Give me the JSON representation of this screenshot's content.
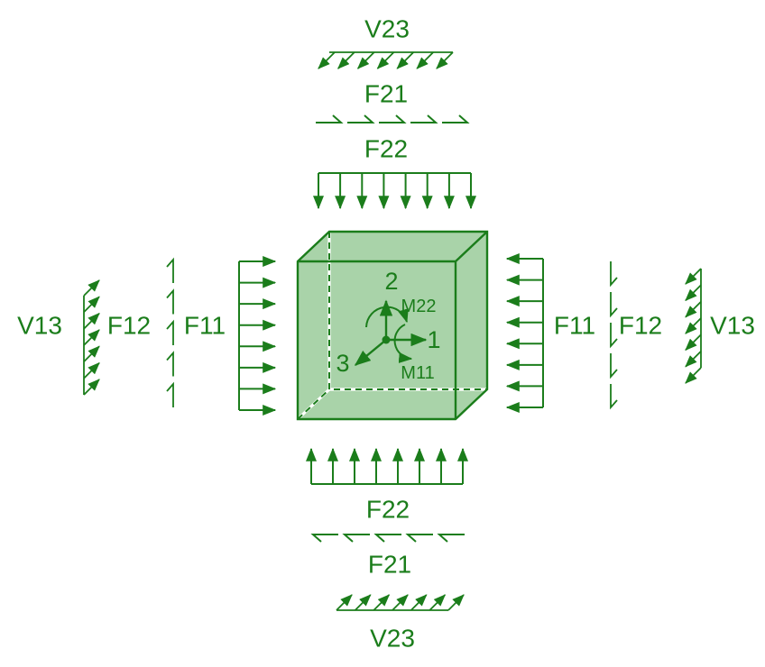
{
  "diagram_title": "shell-element-internal-forces-convention",
  "colors": {
    "line_green": "#1b7d1b",
    "cube_fill_green": "#a9d3a9",
    "background": "#ffffff"
  },
  "labels": {
    "top": {
      "v23": "V23",
      "f21": "F21",
      "f22": "F22"
    },
    "bottom": {
      "f22": "F22",
      "f21": "F21",
      "v23": "V23"
    },
    "left": {
      "v13": "V13",
      "f12": "F12",
      "f11": "F11"
    },
    "right": {
      "f11": "F11",
      "f12": "F12",
      "v13": "V13"
    }
  },
  "cube": {
    "axis1": "1",
    "axis2": "2",
    "axis3": "3",
    "m11": "M11",
    "m22": "M22"
  }
}
